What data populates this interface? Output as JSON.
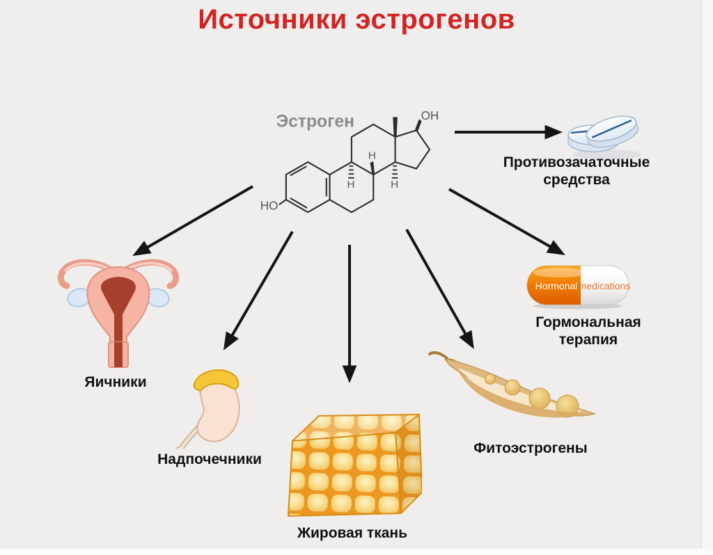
{
  "title": "Источники эстрогенов",
  "molecule": {
    "name": "Эстроген",
    "oh": "OH",
    "ho": "HO",
    "h": "H"
  },
  "capsule": {
    "left_text": "Hormonal",
    "right_text": "medications"
  },
  "sources": {
    "contraceptives": {
      "line1": "Противозачаточные",
      "line2": "средства"
    },
    "hormonal_therapy": {
      "line1": "Гормональная",
      "line2": "терапия"
    },
    "ovaries": {
      "line1": "Яичники"
    },
    "adrenals": {
      "line1": "Надпочечники"
    },
    "fat_tissue": {
      "line1": "Жировая ткань"
    },
    "phytoestrogens": {
      "line1": "Фитоэстрогены"
    }
  },
  "colors": {
    "background": "#efeeec",
    "title_red": "#d32322",
    "arrow_black": "#151515",
    "label_black": "#101010",
    "molecule_gray_label": "#8b8b8b",
    "capsule_orange": "#ee7000",
    "fat_cell_yellow": "#f8dc8a",
    "fat_line_orange": "#ec9820",
    "uterus_pink": "#f6b4a5",
    "uterus_cavity_red": "#a6402d",
    "ovary_blue": "#dbe9f7",
    "adrenal_yellow": "#f5c53a",
    "kidney_cream": "#f9e2d2",
    "soy_tan": "#dfb982",
    "pill_white_blue": "#eef3f9",
    "pill_score_blue": "#2e5c92"
  }
}
